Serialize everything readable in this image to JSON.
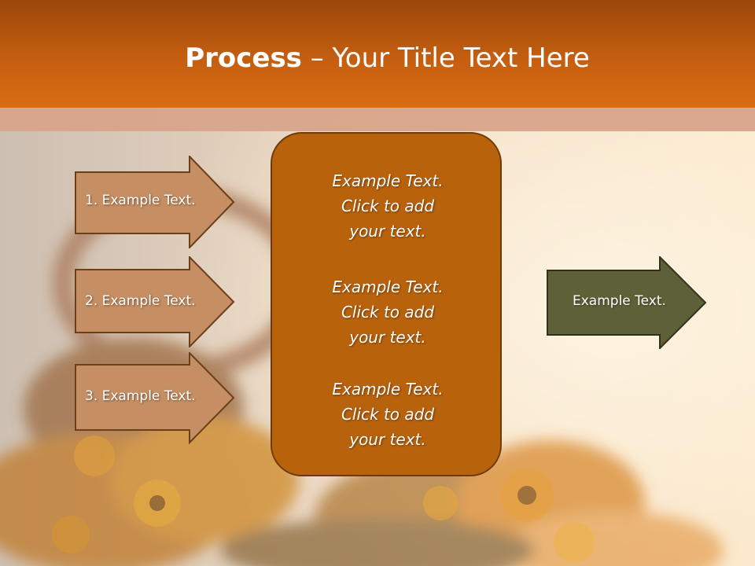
{
  "slide": {
    "title_bold": "Process",
    "title_rest": " – Your Title Text Here",
    "colors": {
      "header": "#c55e10",
      "left_arrows": "#c58e63",
      "center_box": "#b9620c",
      "right_arrow": "#5e6138"
    }
  },
  "left_arrows": [
    {
      "label": "1. Example Text."
    },
    {
      "label": "2. Example Text."
    },
    {
      "label": "3. Example Text."
    }
  ],
  "center_box": {
    "paragraphs": [
      "Example Text.\nClick  to add\nyour text.",
      "Example Text.\nClick  to add\nyour text.",
      "Example Text.\nClick  to add\nyour text."
    ]
  },
  "right_arrow": {
    "label": "Example Text."
  }
}
